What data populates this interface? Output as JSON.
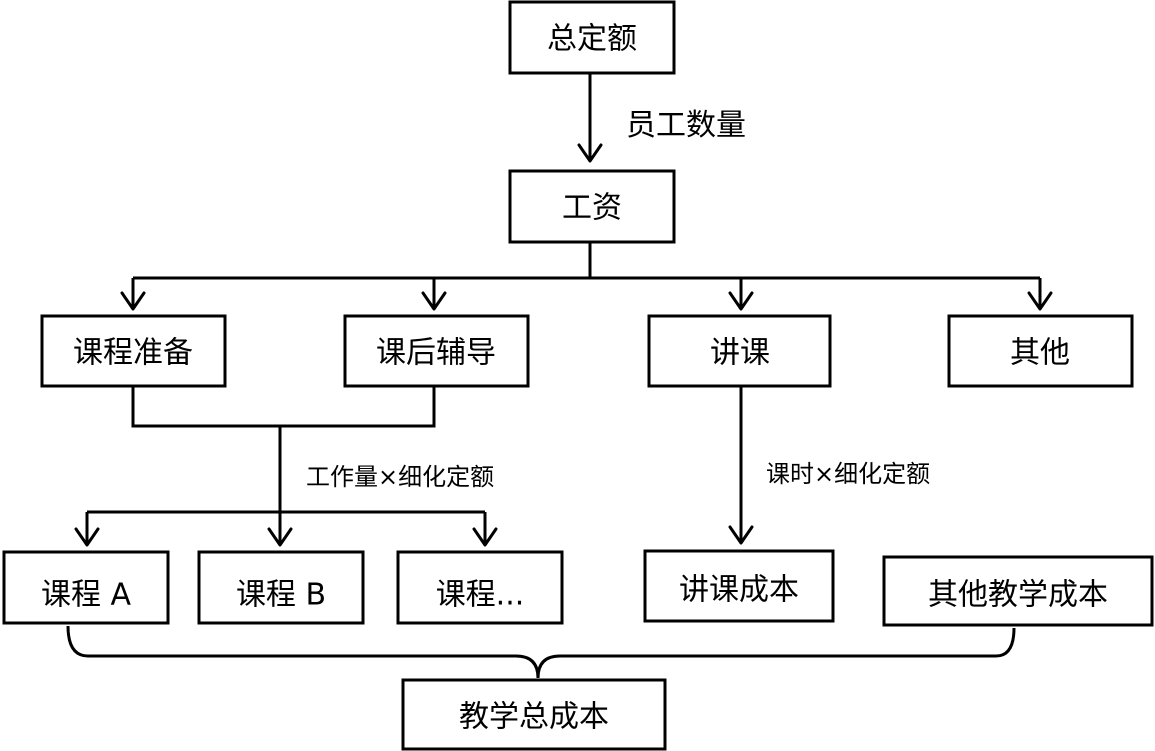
{
  "nodes": {
    "total_quota": "总定额",
    "wages": "工资",
    "course_prep": "课程准备",
    "after_class_tutoring": "课后辅导",
    "lecturing": "讲课",
    "other": "其他",
    "course_a": "课程 A",
    "course_b": "课程 B",
    "course_more": "课程...",
    "lecture_cost": "讲课成本",
    "other_teaching_cost": "其他教学成本",
    "total_teaching_cost": "教学总成本"
  },
  "edge_labels": {
    "employee_count": "员工数量",
    "workload_quota": "工作量×细化定额",
    "hours_quota": "课时×细化定额"
  }
}
